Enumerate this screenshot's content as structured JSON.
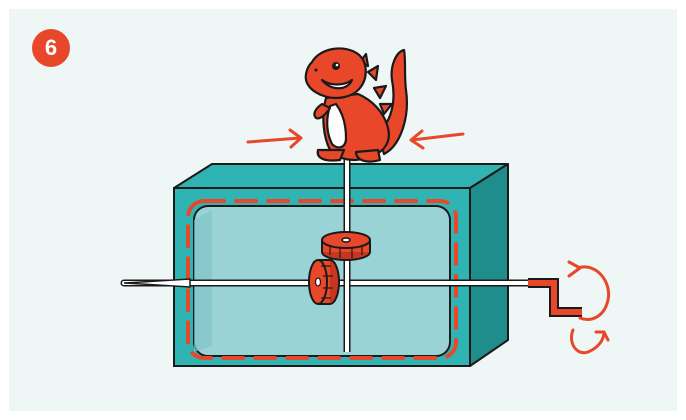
{
  "step": {
    "number": "6"
  },
  "colors": {
    "accent": "#e8472a",
    "box_teal": "#2fb4b3",
    "box_dark": "#1f8d8c",
    "box_inner": "#99d3d6",
    "background": "#eef6f6",
    "outline": "#1a1a1a",
    "dino_belly": "#ffffff"
  },
  "icons": {
    "badge": "circle-number-badge",
    "figure": "dinosaur-figure",
    "push_arrows": "inward-arrows",
    "rotate_arrows": "circular-rotate-arrows"
  }
}
